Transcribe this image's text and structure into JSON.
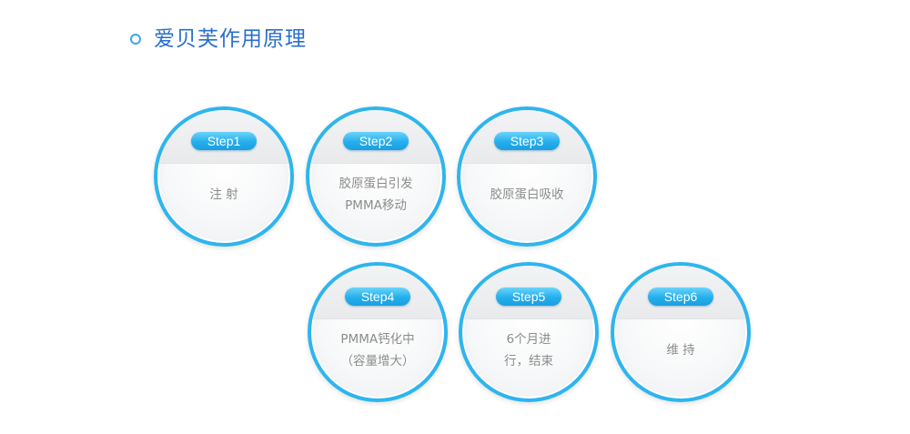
{
  "heading": {
    "icon": "ring-bullet-icon",
    "title": "爱贝芙作用原理"
  },
  "colors": {
    "accent": "#2eb5ee",
    "title": "#2a6fcc",
    "text": "#8c8c8c"
  },
  "steps": [
    {
      "label": "Step1",
      "lines": [
        "注 射"
      ]
    },
    {
      "label": "Step2",
      "lines": [
        "胶原蛋白引发",
        "PMMA移动"
      ]
    },
    {
      "label": "Step3",
      "lines": [
        "胶原蛋白吸收"
      ]
    },
    {
      "label": "Step4",
      "lines": [
        "PMMA钙化中",
        "（容量增大）"
      ]
    },
    {
      "label": "Step5",
      "lines": [
        "6个月进",
        "行，结束"
      ]
    },
    {
      "label": "Step6",
      "lines": [
        "维 持"
      ]
    }
  ]
}
